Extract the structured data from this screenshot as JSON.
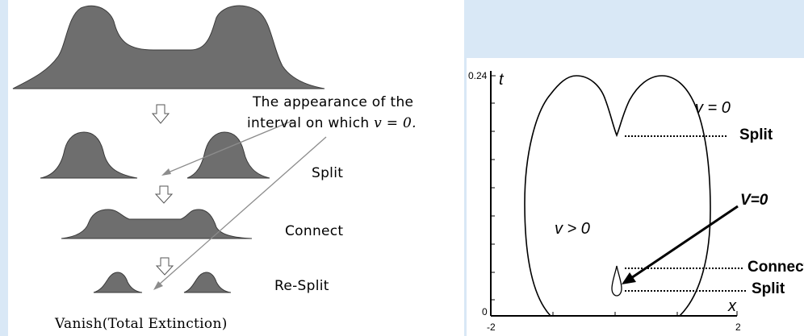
{
  "left": {
    "annotation_line1": "The appearance of the",
    "annotation_line2_prefix": "interval on which ",
    "annotation_math": "v = 0.",
    "stage_split": "Split",
    "stage_connect": "Connect",
    "stage_resplit": "Re-Split",
    "vanish": "Vanish(Total Extinction)",
    "colors": {
      "blob": "#6e6e6e",
      "arrow": "#8c8c8c"
    }
  },
  "right": {
    "y_axis_label": "t",
    "x_axis_label": "x",
    "y_tick_top": "0.24",
    "y_tick_bottom": "0",
    "x_tick_left": "-2",
    "x_tick_right": "2",
    "region_outside": "v = 0",
    "region_inside": "v > 0",
    "pointer_label": "V=0",
    "label_split_top": "Split",
    "label_connect": "Connect",
    "label_split_bottom": "Split"
  }
}
